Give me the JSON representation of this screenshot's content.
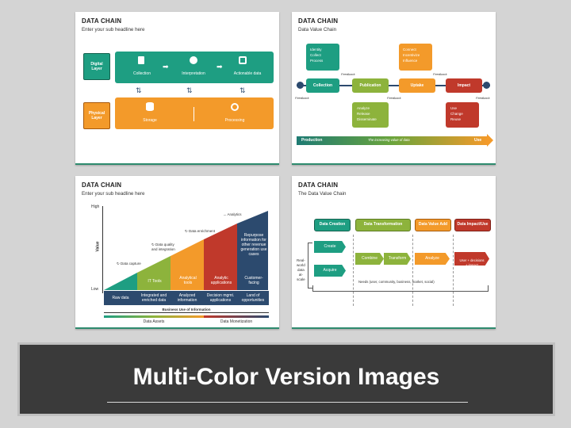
{
  "colors": {
    "teal": "#1e9e82",
    "orange": "#f39a2a",
    "olive": "#8db33c",
    "red": "#c0392b",
    "darkred": "#9b2226",
    "navy": "#2c4a6e",
    "banner": "#3a3a3a"
  },
  "slide1": {
    "title": "DATA CHAIN",
    "subtitle": "Enter your sub headline here",
    "digital_label": "Digital\nLayer",
    "physical_label": "Physical\nLayer",
    "digital_items": [
      "Collection",
      "Interpretation",
      "Actionable data"
    ],
    "physical_items": [
      "Storage",
      "Processing"
    ]
  },
  "slide2": {
    "title": "DATA CHAIN",
    "subtitle": "Data Value Chain",
    "top_box_1": [
      "Identity",
      "Collect",
      "Process"
    ],
    "top_box_2": [
      "Connect",
      "Incentivize",
      "Influence"
    ],
    "stages": [
      "Collection",
      "Publication",
      "Uptake",
      "Impact"
    ],
    "feedback": "Feedback",
    "bottom_box_1": [
      "Analyze",
      "Release",
      "Disseminate"
    ],
    "bottom_box_2": [
      "Use",
      "Change",
      "Reuse"
    ],
    "arrow_left": "Production",
    "arrow_mid": "The increasing value of data",
    "arrow_right": "Use"
  },
  "slide3": {
    "title": "DATA CHAIN",
    "subtitle": "Enter your sub headline here",
    "y_high": "High",
    "y_low": "Low",
    "y_label": "Value",
    "annotations": [
      "Data capture",
      "Data quality\nand integration",
      "Data enrichment",
      "Analytics"
    ],
    "columns": [
      "",
      "IT Tools",
      "Analytical\ntools",
      "Analytic\napplications",
      "Customer-\nfacing"
    ],
    "top_note": "Repurpose\ninformation for\nother revenue\ngeneration use\ncases",
    "row_labels": [
      "Raw data",
      "Integrated and\nenriched data",
      "Analyzed\ninformation",
      "Decision mgmt.\napplications",
      "Land of\nopportunities"
    ],
    "axis_label": "Business Use of Information",
    "bottom_left": "Data Assets",
    "bottom_right": "Data Monetization"
  },
  "slide4": {
    "title": "DATA CHAIN",
    "subtitle": "The Data Value Chain",
    "headers": [
      "Data Creation",
      "Data Transformation",
      "Data Value Add",
      "Data Impact/Use"
    ],
    "left_label": "Real-\nworld\ndata\nat-\nscale",
    "create": "Create",
    "acquire": "Acquire",
    "combine": "Combine",
    "transform": "Transform",
    "analyze": "Analyze",
    "impact": "User + decisions\n+ impact",
    "needs": "Needs (user, community, business, market, social)"
  },
  "banner": {
    "title": "Multi-Color Version Images"
  }
}
